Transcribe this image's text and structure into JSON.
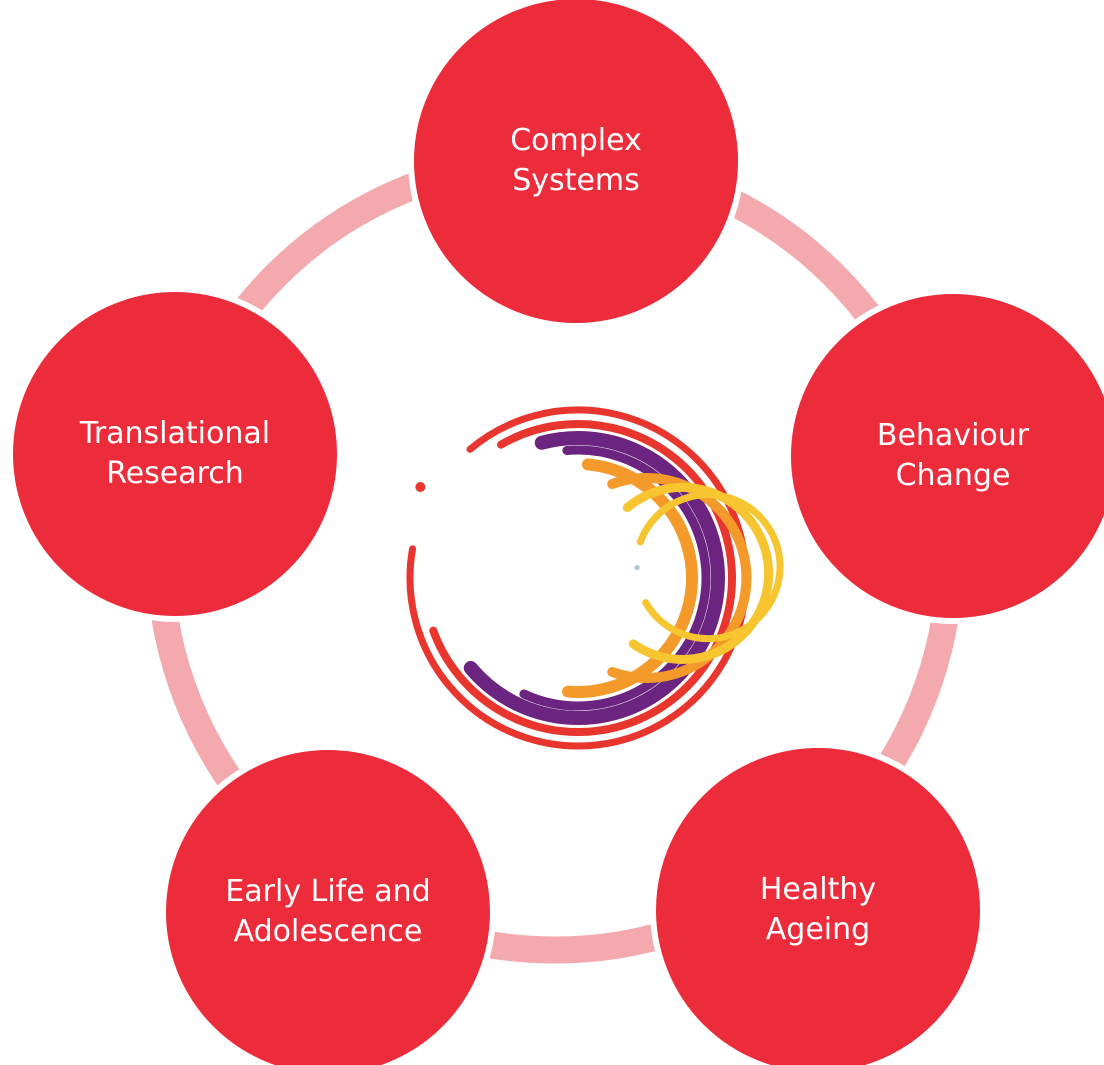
{
  "diagram": {
    "node_color": "#ec2b3b",
    "ring_color": "#f3a9ad",
    "text_color": "#ffffff",
    "nodes": [
      {
        "label": "Complex\nSystems"
      },
      {
        "label": "Behaviour\nChange"
      },
      {
        "label": "Healthy\nAgeing"
      },
      {
        "label": "Early Life and\nAdolescence"
      },
      {
        "label": "Translational\nResearch"
      }
    ],
    "logo": {
      "icon": "swirl-logo-icon",
      "colors": [
        "#e8362e",
        "#6b2580",
        "#f39a2a",
        "#f7c530",
        "#a9c8d6"
      ]
    }
  }
}
